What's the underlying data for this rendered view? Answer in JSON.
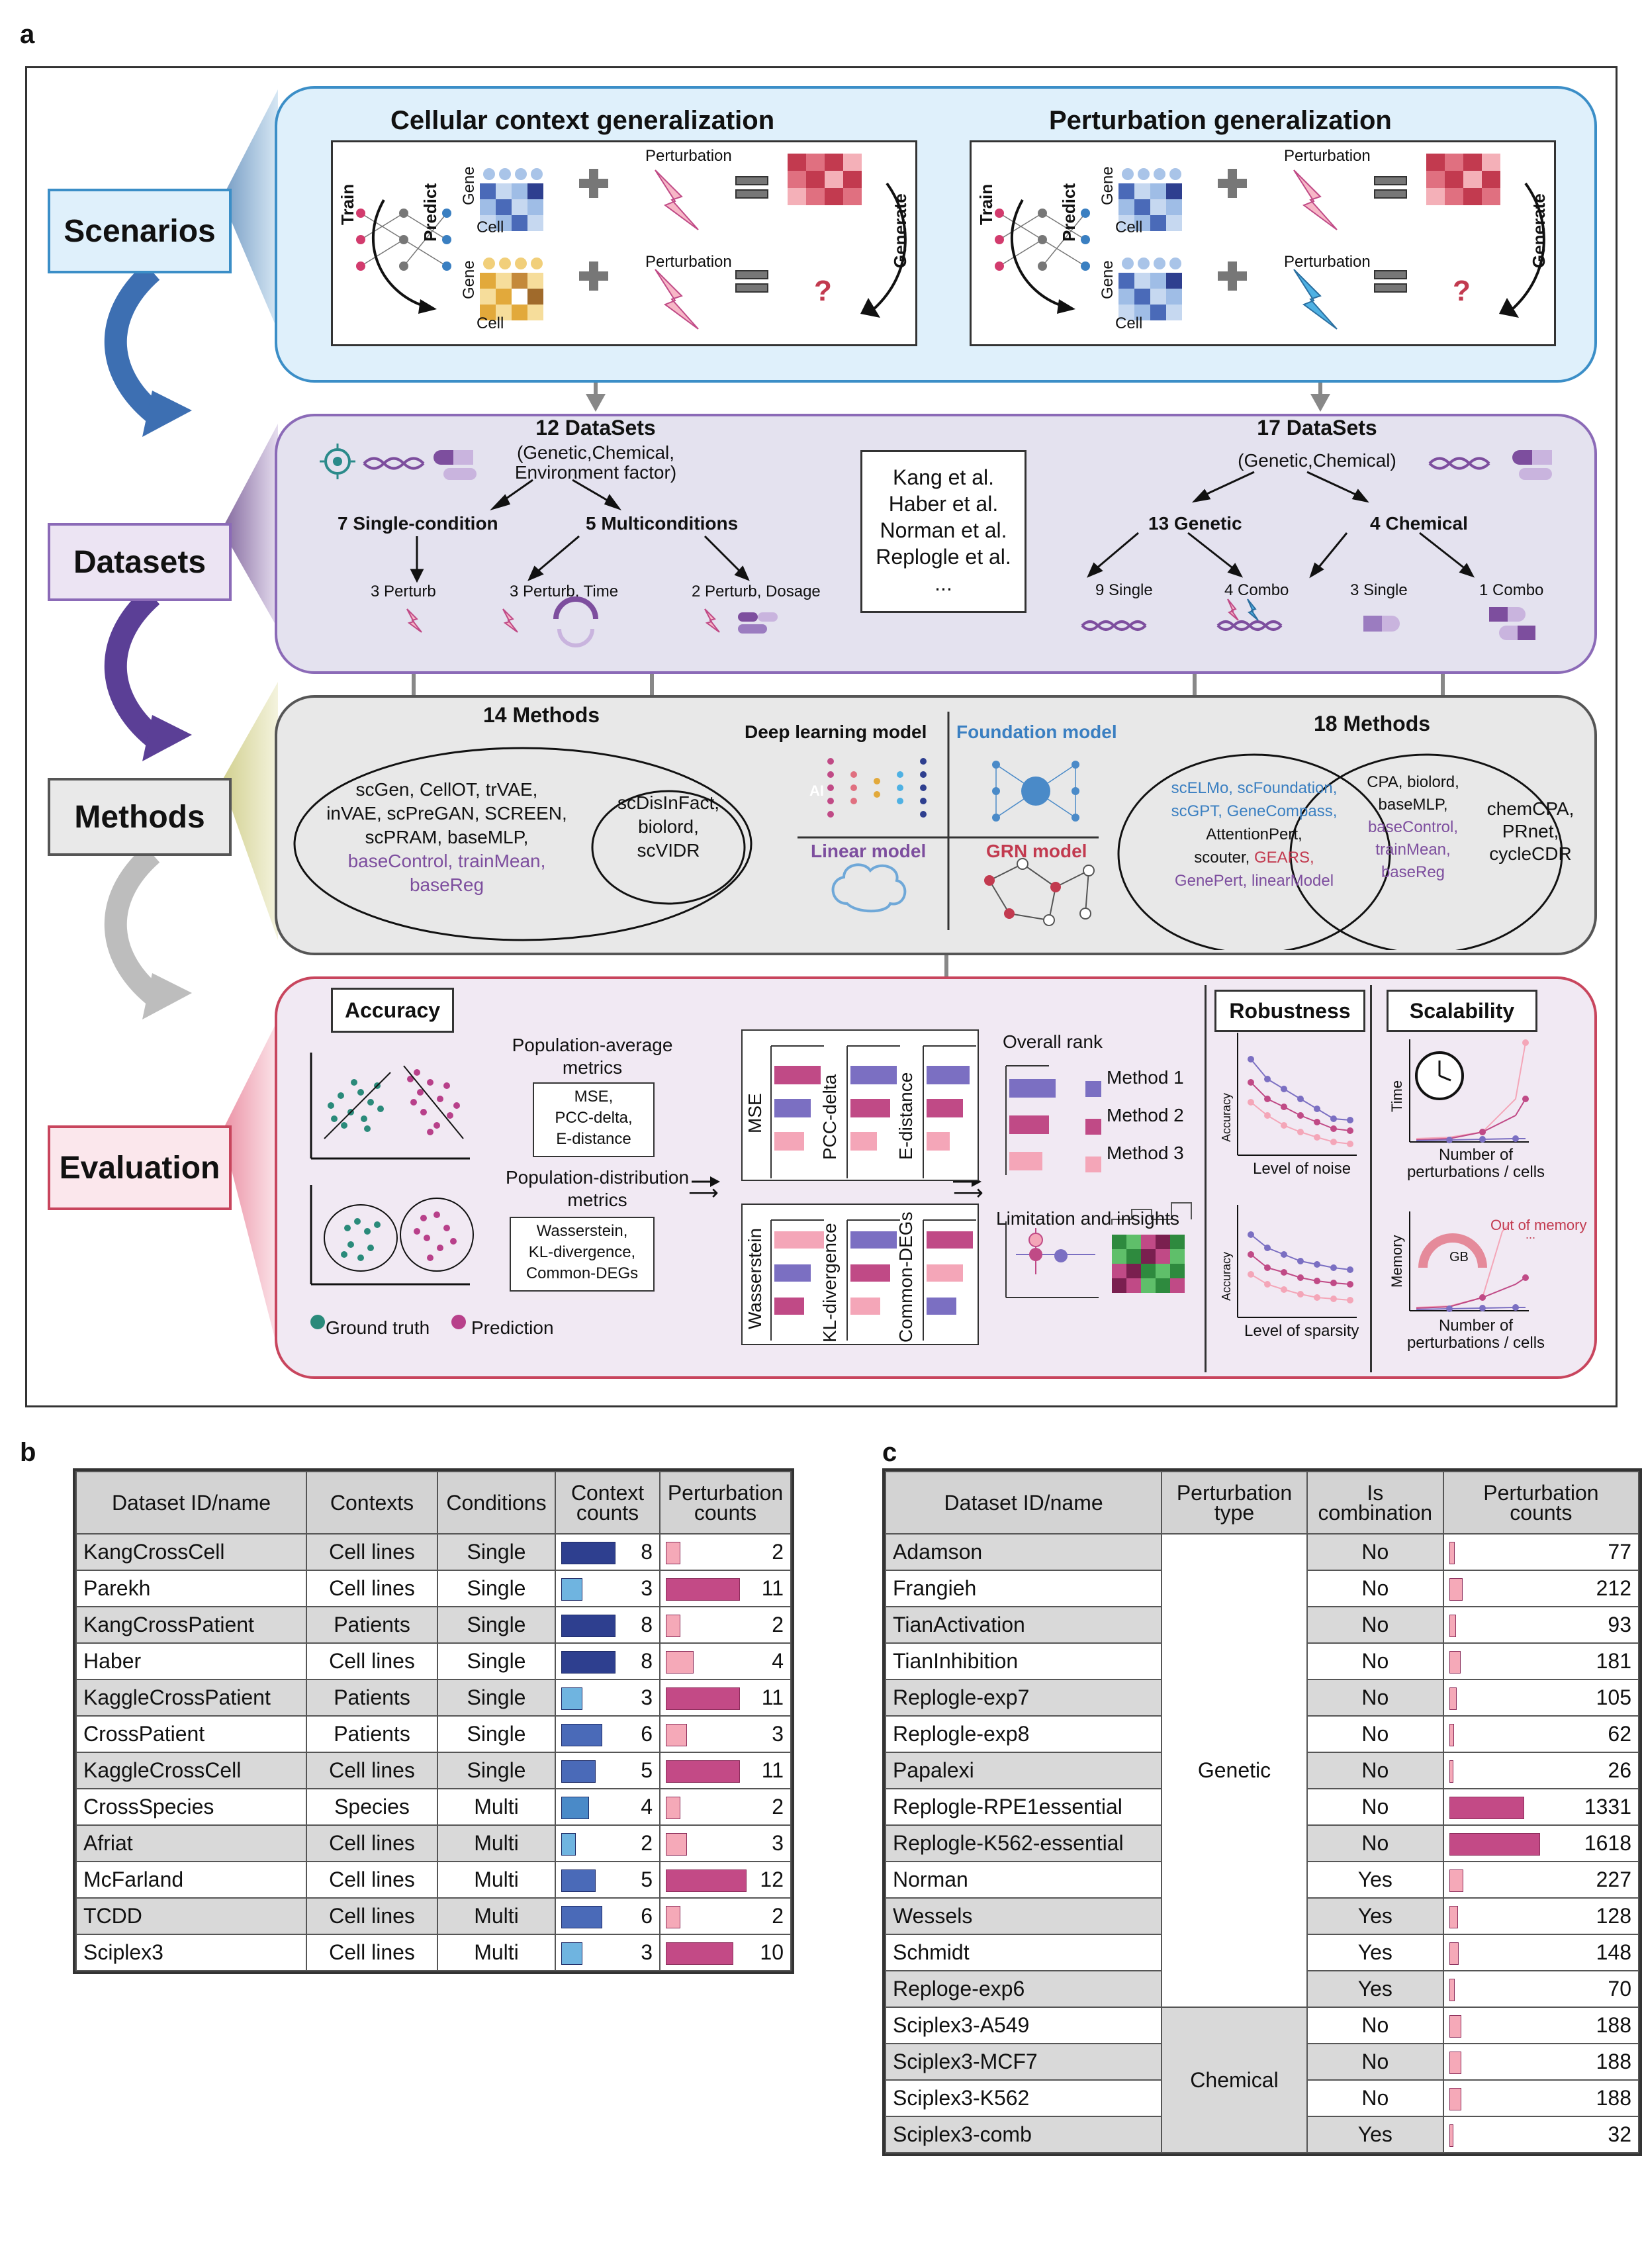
{
  "panel_labels": {
    "a": "a",
    "b": "b",
    "c": "c"
  },
  "side_tags": {
    "scenarios": "Scenarios",
    "datasets": "Datasets",
    "methods": "Methods",
    "evaluation": "Evaluation"
  },
  "scenarios": {
    "left_title": "Cellular context generalization",
    "right_title": "Perturbation generalization",
    "train": "Train",
    "predict": "Predict",
    "generate": "Generate",
    "perturbation": "Perturbation",
    "gene": "Gene",
    "cell": "Cell",
    "question": "?"
  },
  "datasets": {
    "left_count": "12 DataSets",
    "left_sub1": "(Genetic,Chemical,",
    "left_sub2": "Environment factor)",
    "single_condition": "7 Single-condition",
    "multi_conditions": "5 Multiconditions",
    "perturb3": "3 Perturb",
    "perturb_time": "3 Perturb, Time",
    "perturb_dosage": "2 Perturb, Dosage",
    "refs": [
      "Kang et al.",
      "Haber et al.",
      "Norman et al.",
      "Replogle et al.",
      "..."
    ],
    "right_count": "17 DataSets",
    "right_sub": "(Genetic,Chemical)",
    "genetic13": "13 Genetic",
    "chemical4": "4 Chemical",
    "single9": "9 Single",
    "combo4": "4 Combo",
    "single3": "3 Single",
    "combo1": "1 Combo"
  },
  "methods": {
    "left_count": "14 Methods",
    "left_list": [
      "scGen, CellOT, trVAE,",
      "inVAE, scPreGAN, SCREEN,",
      "scPRAM, baseMLP,"
    ],
    "left_purple1": "baseControl, trainMean,",
    "left_purple2": "baseReg",
    "left_inner": [
      "scDisInFact,",
      "biolord,",
      "scVIDR"
    ],
    "deep_learning": "Deep learning model",
    "foundation": "Foundation model",
    "linear": "Linear model",
    "grn": "GRN model",
    "ai": "AI",
    "right_count": "18 Methods",
    "right_blue1": "scELMo, scFoundation,",
    "right_blue2": "scGPT, GeneCompass,",
    "right_plain1": "AttentionPert,",
    "right_plain2": "scouter,",
    "right_red": "GEARS,",
    "right_purple3": "GenePert, linearModel",
    "mid_list": [
      "CPA, biolord,",
      "baseMLP,"
    ],
    "mid_purple": [
      "baseControl,",
      "trainMean,",
      "baseReg"
    ],
    "right_only": [
      "chemCPA,",
      "PRnet,",
      "cycleCDR"
    ]
  },
  "evaluation": {
    "accuracy": "Accuracy",
    "pop_avg_title": [
      "Population-average",
      "metrics"
    ],
    "pop_avg_box": [
      "MSE,",
      "PCC-delta,",
      "E-distance"
    ],
    "pop_dist_title": [
      "Population-distribution",
      "metrics"
    ],
    "pop_dist_box": [
      "Wasserstein,",
      "KL-divergence,",
      "Common-DEGs"
    ],
    "metric_top": [
      "MSE",
      "PCC-delta",
      "E-distance"
    ],
    "metric_bottom": [
      "Wasserstein",
      "KL-divergence",
      "Common-DEGs"
    ],
    "overall_rank": "Overall rank",
    "methods_legend": [
      "Method 1",
      "Method 2",
      "Method 3"
    ],
    "limitation": "Limitation and insights",
    "ground_truth": "Ground truth",
    "prediction": "Prediction",
    "robustness": "Robustness",
    "scalability": "Scalability",
    "accuracy_axis": "Accuracy",
    "noise": "Level of noise",
    "sparsity": "Level of sparsity",
    "time": "Time",
    "memory": "Memory",
    "num_pert": [
      "Number of",
      "perturbations / cells"
    ],
    "out_of_memory": "Out of memory",
    "gb": "GB",
    "dots": "..."
  },
  "colors": {
    "method1": "#7b6fc2",
    "method2": "#c04a86",
    "method3": "#f4a6b8",
    "dark_blue": "#2e3f8f",
    "mid_blue": "#4a6ab8",
    "light_blue": "#6fb4e0",
    "magenta": "#c34a86",
    "pink": "#f5a9b8"
  },
  "table_b": {
    "headers": [
      "Dataset ID/name",
      "Contexts",
      "Conditions",
      "Context counts",
      "Perturbation counts"
    ],
    "max_context": 8,
    "max_pert": 12,
    "rows": [
      {
        "name": "KangCrossCell",
        "context": "Cell lines",
        "condition": "Single",
        "ctx": 8,
        "pert": 2
      },
      {
        "name": "Parekh",
        "context": "Cell lines",
        "condition": "Single",
        "ctx": 3,
        "pert": 11
      },
      {
        "name": "KangCrossPatient",
        "context": "Patients",
        "condition": "Single",
        "ctx": 8,
        "pert": 2
      },
      {
        "name": "Haber",
        "context": "Cell lines",
        "condition": "Single",
        "ctx": 8,
        "pert": 4
      },
      {
        "name": "KaggleCrossPatient",
        "context": "Patients",
        "condition": "Single",
        "ctx": 3,
        "pert": 11
      },
      {
        "name": "CrossPatient",
        "context": "Patients",
        "condition": "Single",
        "ctx": 6,
        "pert": 3
      },
      {
        "name": "KaggleCrossCell",
        "context": "Cell lines",
        "condition": "Single",
        "ctx": 5,
        "pert": 11
      },
      {
        "name": "CrossSpecies",
        "context": "Species",
        "condition": "Multi",
        "ctx": 4,
        "pert": 2
      },
      {
        "name": "Afriat",
        "context": "Cell lines",
        "condition": "Multi",
        "ctx": 2,
        "pert": 3
      },
      {
        "name": "McFarland",
        "context": "Cell lines",
        "condition": "Multi",
        "ctx": 5,
        "pert": 12
      },
      {
        "name": "TCDD",
        "context": "Cell lines",
        "condition": "Multi",
        "ctx": 6,
        "pert": 2
      },
      {
        "name": "Sciplex3",
        "context": "Cell lines",
        "condition": "Multi",
        "ctx": 3,
        "pert": 10
      }
    ]
  },
  "table_c": {
    "headers": [
      "Dataset ID/name",
      "Perturbation type",
      "Is combination",
      "Perturbation counts"
    ],
    "max_count": 1618,
    "genetic_label": "Genetic",
    "chemical_label": "Chemical",
    "rows": [
      {
        "name": "Adamson",
        "comb": "No",
        "count": 77
      },
      {
        "name": "Frangieh",
        "comb": "No",
        "count": 212
      },
      {
        "name": "TianActivation",
        "comb": "No",
        "count": 93
      },
      {
        "name": "TianInhibition",
        "comb": "No",
        "count": 181
      },
      {
        "name": "Replogle-exp7",
        "comb": "No",
        "count": 105
      },
      {
        "name": "Replogle-exp8",
        "comb": "No",
        "count": 62
      },
      {
        "name": "Papalexi",
        "comb": "No",
        "count": 26
      },
      {
        "name": "Replogle-RPE1essential",
        "comb": "No",
        "count": 1331
      },
      {
        "name": "Replogle-K562-essential",
        "comb": "No",
        "count": 1618
      },
      {
        "name": "Norman",
        "comb": "Yes",
        "count": 227
      },
      {
        "name": "Wessels",
        "comb": "Yes",
        "count": 128
      },
      {
        "name": "Schmidt",
        "comb": "Yes",
        "count": 148
      },
      {
        "name": "Reploge-exp6",
        "comb": "Yes",
        "count": 70
      },
      {
        "name": "Sciplex3-A549",
        "comb": "No",
        "count": 188
      },
      {
        "name": "Sciplex3-MCF7",
        "comb": "No",
        "count": 188
      },
      {
        "name": "Sciplex3-K562",
        "comb": "No",
        "count": 188
      },
      {
        "name": "Sciplex3-comb",
        "comb": "Yes",
        "count": 32
      }
    ]
  }
}
